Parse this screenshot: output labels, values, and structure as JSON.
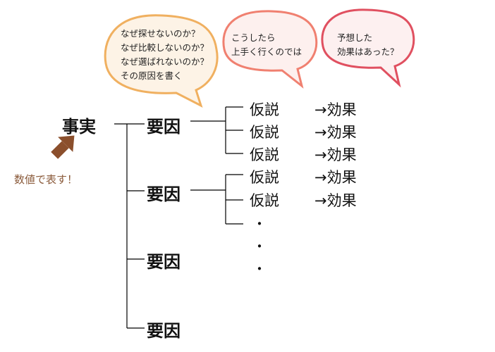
{
  "bubbles": {
    "left": {
      "lines": [
        "なぜ探せないのか？",
        "なぜ比較しないのか？",
        "なぜ選ばれないのか？",
        "その原因を書く"
      ],
      "border": "#f0b060",
      "fill": "#fdf3e6"
    },
    "middle": {
      "lines": [
        "こうしたら",
        "上手く行くのでは"
      ],
      "border": "#f08070",
      "fill": "#fdf0ee"
    },
    "right": {
      "lines": [
        "予想した",
        "効果はあった？"
      ],
      "border": "#e05060",
      "fill": "#fdf0f0"
    }
  },
  "fact": "事実",
  "note": "数値で表す！",
  "factors": [
    "要因",
    "要因",
    "要因",
    "要因"
  ],
  "hypotheses": [
    "仮説",
    "仮説",
    "仮説",
    "仮説",
    "仮説"
  ],
  "effects": [
    "→効果",
    "→効果",
    "→効果",
    "→効果",
    "→効果"
  ],
  "ellipsis": [
    "・",
    "・",
    "・"
  ],
  "colors": {
    "arrow": "#8b4f2c",
    "line": "#000000"
  }
}
